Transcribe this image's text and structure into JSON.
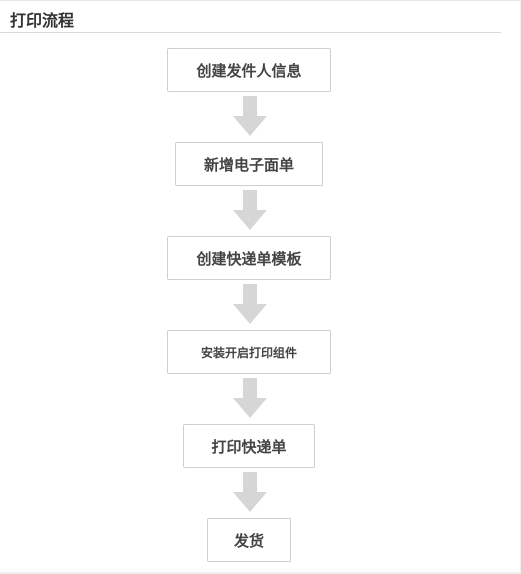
{
  "section": {
    "title": "打印流程"
  },
  "flow": {
    "steps": [
      {
        "label": "创建发件人信息"
      },
      {
        "label": "新增电子面单"
      },
      {
        "label": "创建快递单模板"
      },
      {
        "label": "安装开启打印组件"
      },
      {
        "label": "打印快递单"
      },
      {
        "label": "发货"
      }
    ],
    "arrow_icon": "arrow-down-icon",
    "colors": {
      "arrow": "#d6d6d6",
      "box_border": "#cfcfcf",
      "text": "#444444"
    }
  }
}
